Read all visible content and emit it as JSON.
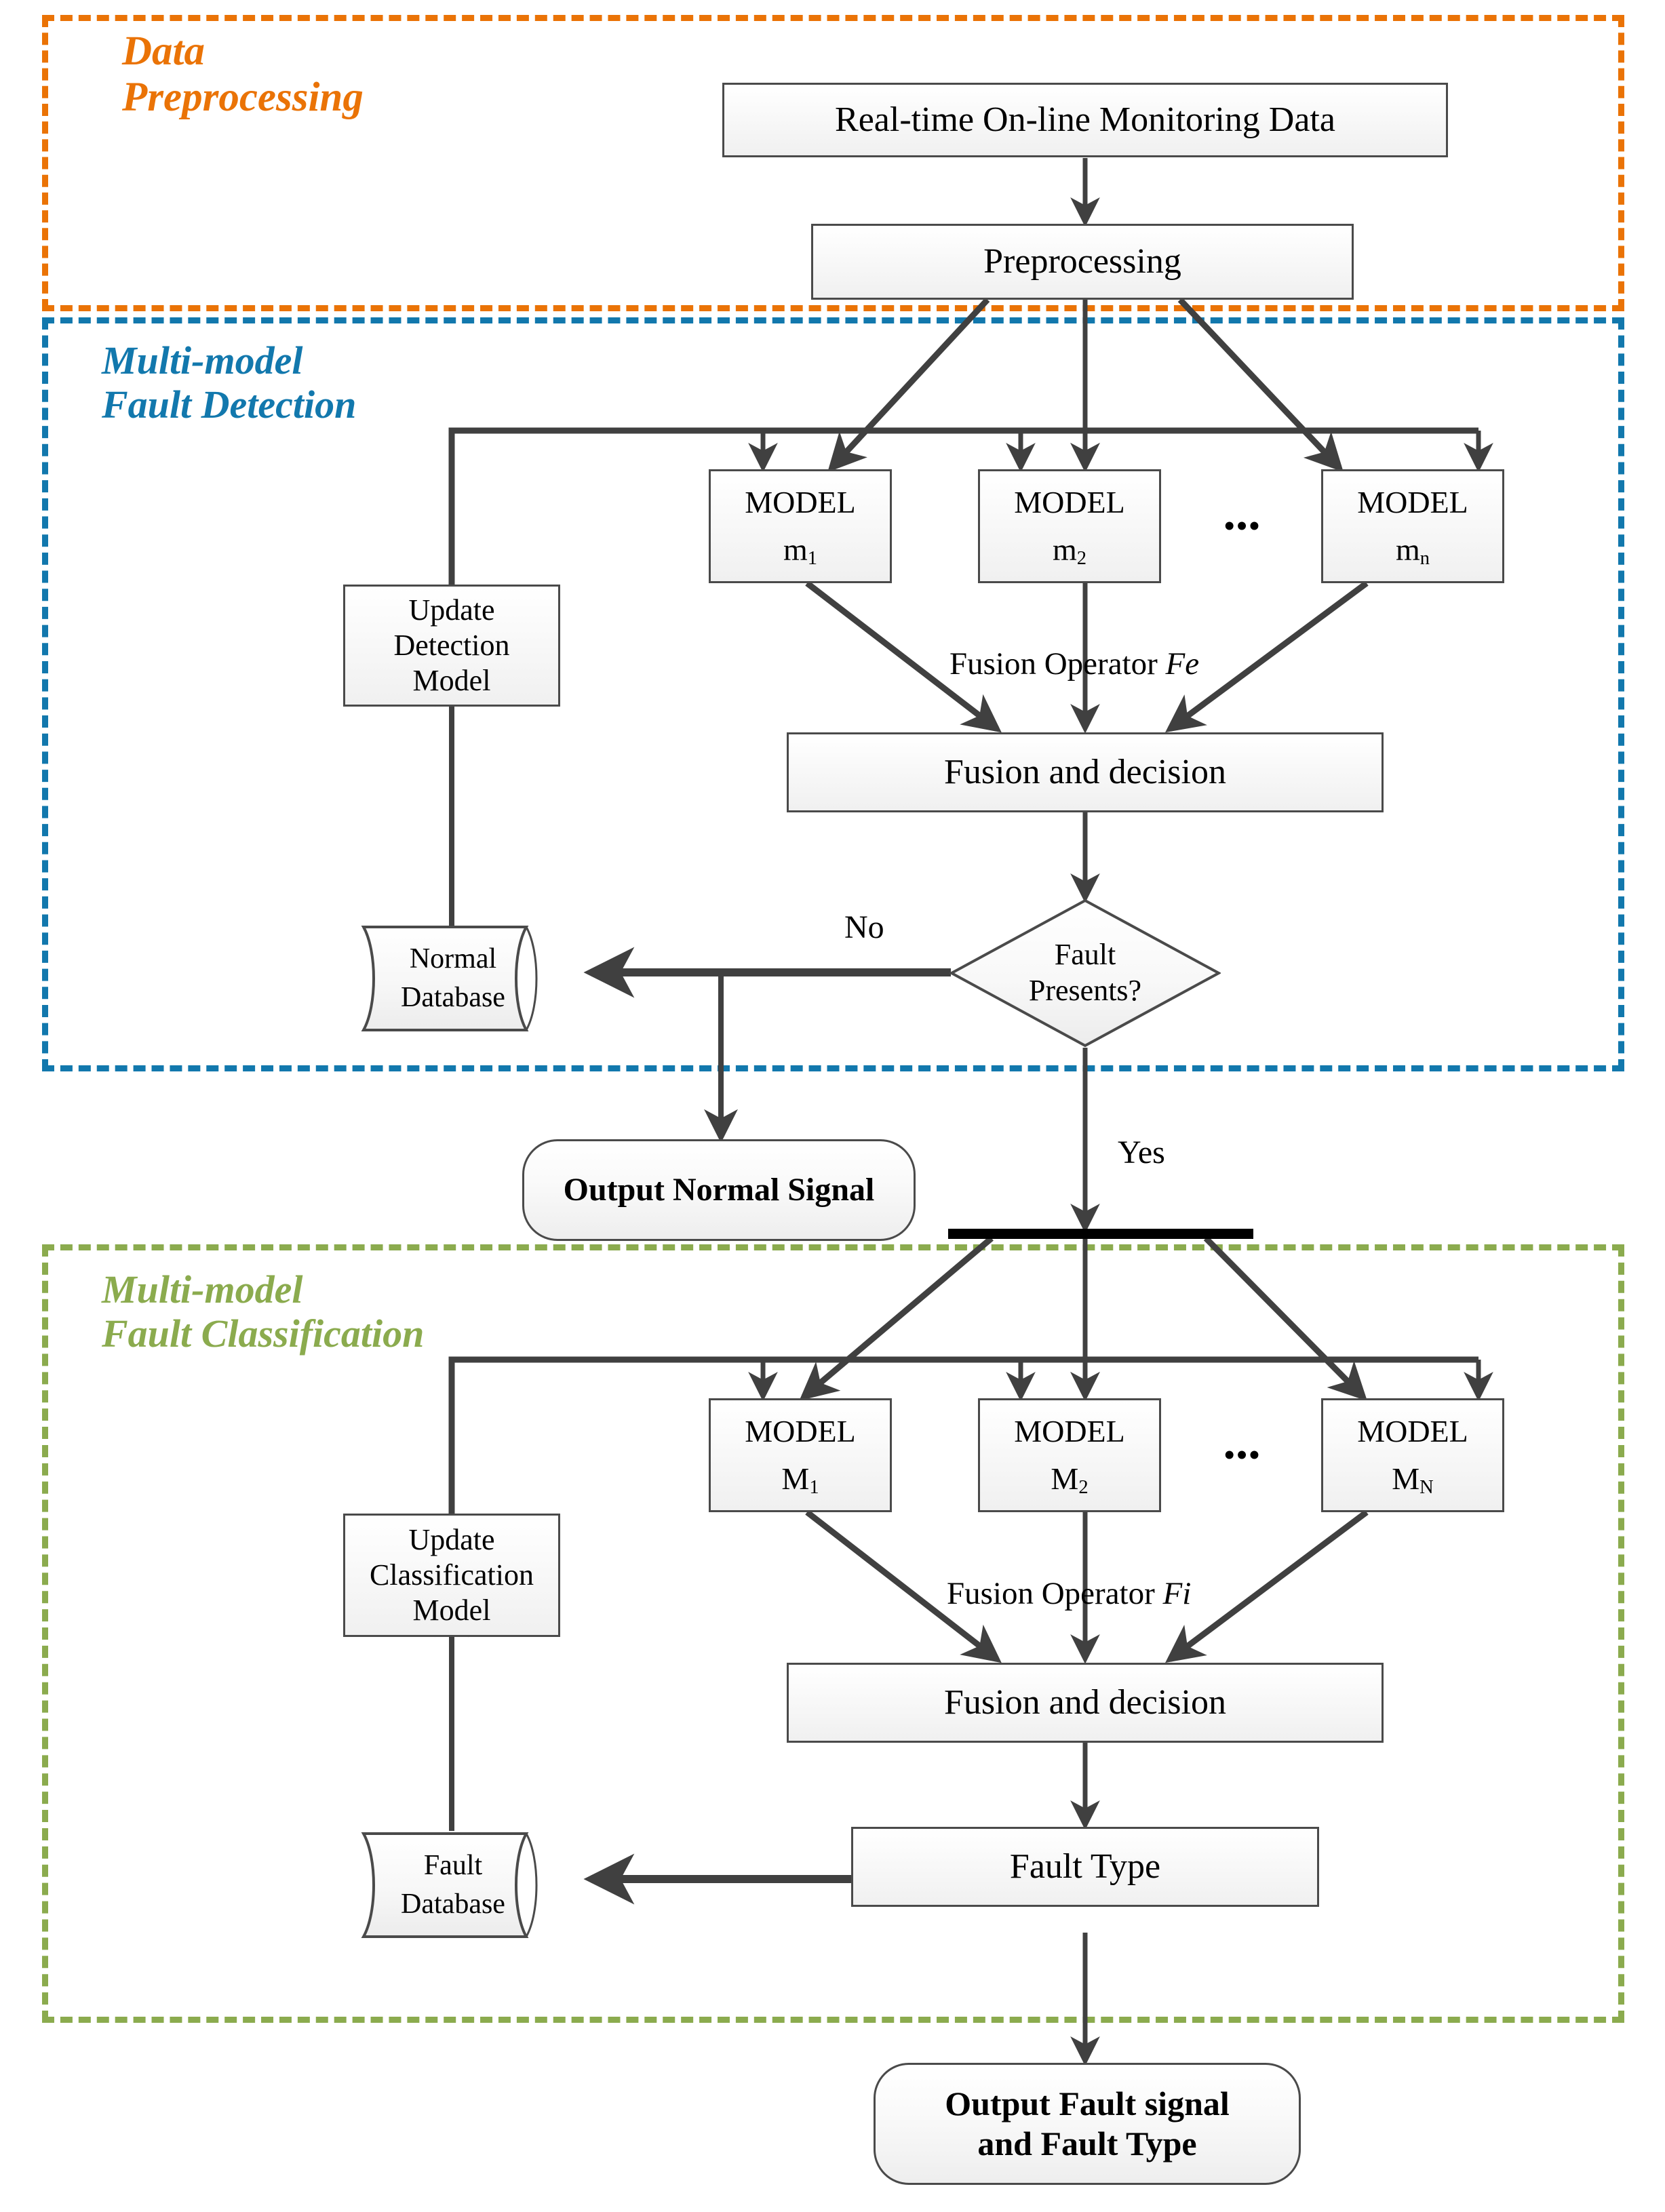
{
  "sections": [
    {
      "id": "data-preprocessing",
      "title": "Data\nPreprocessing",
      "color": "#EA7306"
    },
    {
      "id": "multi-model-fault-detection",
      "title": "Multi-model\nFault  Detection",
      "color": "#1278AD"
    },
    {
      "id": "multi-model-fault-classification",
      "title": "Multi-model\nFault Classification",
      "color": "#8BAB4E"
    }
  ],
  "nodes": {
    "monitoring_data": "Real-time On-line Monitoring Data",
    "preprocessing": "Preprocessing",
    "detection_models": [
      {
        "title": "MODEL",
        "name": "m",
        "sub": "1"
      },
      {
        "title": "MODEL",
        "name": "m",
        "sub": "2"
      },
      {
        "title": "MODEL",
        "name": "m",
        "sub": "n"
      }
    ],
    "detection_ellipsis": "•••",
    "detection_fusion_operator": "Fusion Operator ",
    "detection_fusion_operator_symbol": "Fe",
    "detection_fusion": "Fusion and decision",
    "update_detection_model": "Update\nDetection\nModel",
    "normal_database_line1": "Normal",
    "normal_database_line2": "Database",
    "decision_line1": "Fault",
    "decision_line2": "Presents?",
    "decision_no": "No",
    "decision_yes": "Yes",
    "output_normal_signal": "Output Normal Signal",
    "classification_models": [
      {
        "title": "MODEL",
        "name": "M",
        "sub": "1"
      },
      {
        "title": "MODEL",
        "name": "M",
        "sub": "2"
      },
      {
        "title": "MODEL",
        "name": "M",
        "sub": "N"
      }
    ],
    "classification_ellipsis": "•••",
    "classification_fusion_operator": "Fusion Operator ",
    "classification_fusion_operator_symbol": "Fi",
    "classification_fusion": "Fusion and decision",
    "update_classification_model": "Update\nClassification\nModel",
    "fault_database_line1": "Fault",
    "fault_database_line2": "Database",
    "fault_type": "Fault Type",
    "output_fault": "Output Fault signal\nand Fault Type"
  },
  "colors": {
    "orange": "#EA7306",
    "blue": "#1278AD",
    "green": "#8BAB4E",
    "stroke": "#4a4a4a",
    "bar": "#000000"
  }
}
